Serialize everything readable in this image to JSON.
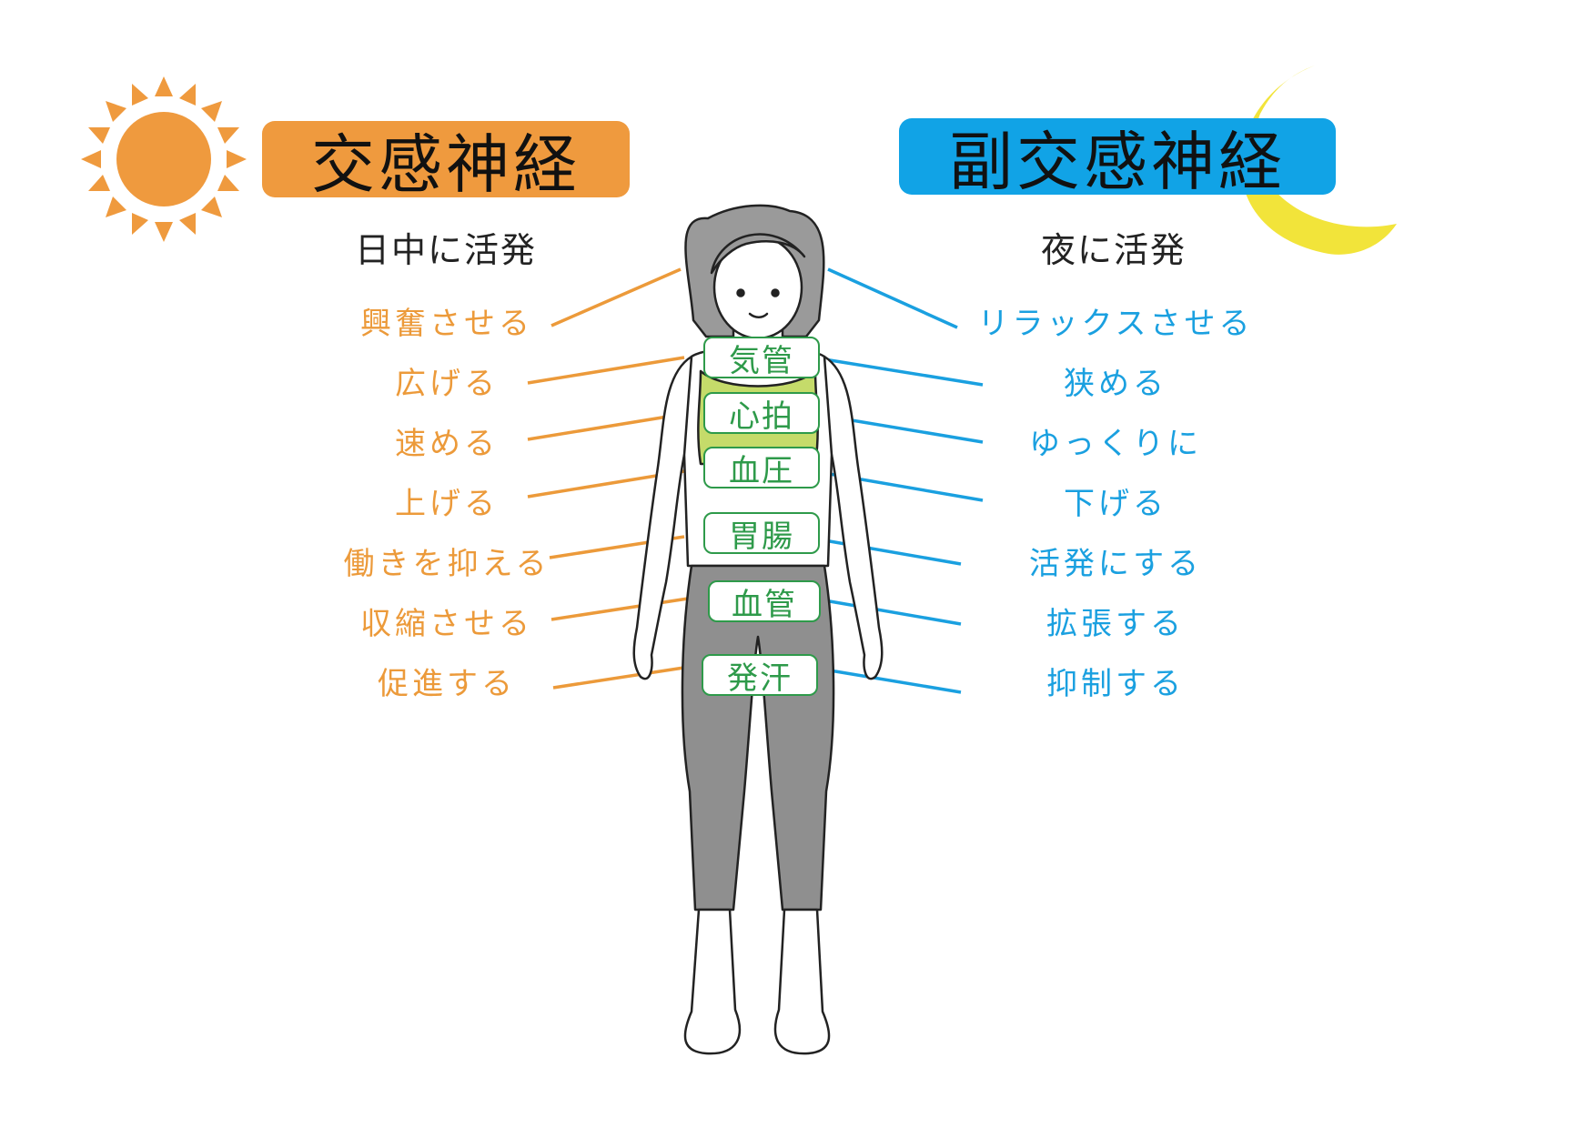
{
  "sympathetic": {
    "title": "交感神経",
    "subtitle": "日中に活発",
    "color": "#EF9A3E",
    "text_color": "#EC9A3A",
    "icon": "sun-icon",
    "effects": [
      "興奮させる",
      "広げる",
      "速める",
      "上げる",
      "働きを抑える",
      "収縮させる",
      "促進する"
    ]
  },
  "parasympathetic": {
    "title": "副交感神経",
    "subtitle": "夜に活発",
    "color": "#11A3E6",
    "text_color": "#1AA0E0",
    "icon": "crescent-moon-icon",
    "effects": [
      "リラックスさせる",
      "狭める",
      "ゆっくりに",
      "下げる",
      "活発にする",
      "拡張する",
      "抑制する"
    ]
  },
  "organs": [
    "気管",
    "心拍",
    "血圧",
    "胃腸",
    "血管",
    "発汗"
  ],
  "colors": {
    "organ_green": "#2E9A4A",
    "top_green": "#C5DB6A",
    "legging_gray": "#8F8F8F",
    "hair_gray": "#9A9A9A",
    "moon_yellow": "#F2E43A",
    "sun_orange": "#EF9A3E"
  },
  "icons": [
    "sun-icon",
    "crescent-moon-icon",
    "woman-figure-illustration"
  ]
}
